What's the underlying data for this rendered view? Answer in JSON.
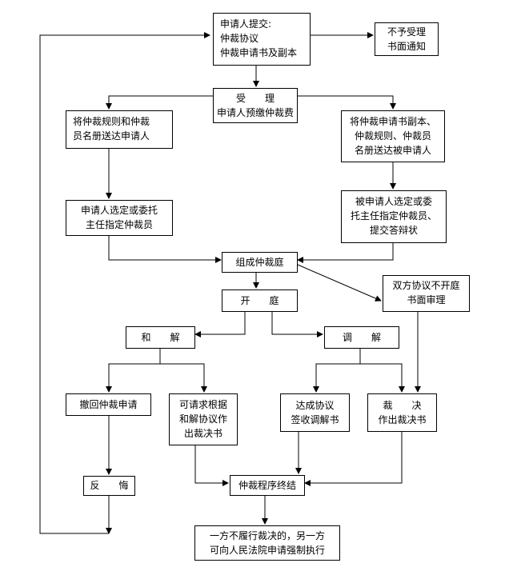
{
  "nodes": {
    "submit": [
      "申请人提交:",
      "仲裁协议",
      "仲裁申请书及副本"
    ],
    "reject": [
      "不予受理",
      "书面通知"
    ],
    "accept": [
      "受　　理",
      "申请人预缴仲裁费"
    ],
    "send_applicant": [
      "将仲裁规则和仲裁",
      "员名册送达申请人"
    ],
    "send_respondent": [
      "将仲裁申请书副本、",
      "仲裁规则、仲裁员",
      "名册送达被申请人"
    ],
    "applicant_select": [
      "申请人选定或委托",
      "主任指定仲裁员"
    ],
    "respondent_select": [
      "被申请人选定或委",
      "托主任指定仲裁员、",
      "提交答辩状"
    ],
    "tribunal": [
      "组成仲裁庭"
    ],
    "written": [
      "双方协议不开庭",
      "书面审理"
    ],
    "hearing": [
      "开　　庭"
    ],
    "settle": [
      "和　　解"
    ],
    "mediate": [
      "调　　解"
    ],
    "withdraw": [
      "撤回仲裁申请"
    ],
    "request_award": [
      "可请求根据",
      "和解协议作",
      "出裁决书"
    ],
    "mediation_agree": [
      "达成协议",
      "签收调解书"
    ],
    "award": [
      "裁　　决",
      "作出裁决书"
    ],
    "repent": [
      "反　　悔"
    ],
    "end": [
      "仲裁程序终结"
    ],
    "enforce": [
      "一方不履行裁决的，另一方",
      "可向人民法院申请强制执行"
    ]
  }
}
